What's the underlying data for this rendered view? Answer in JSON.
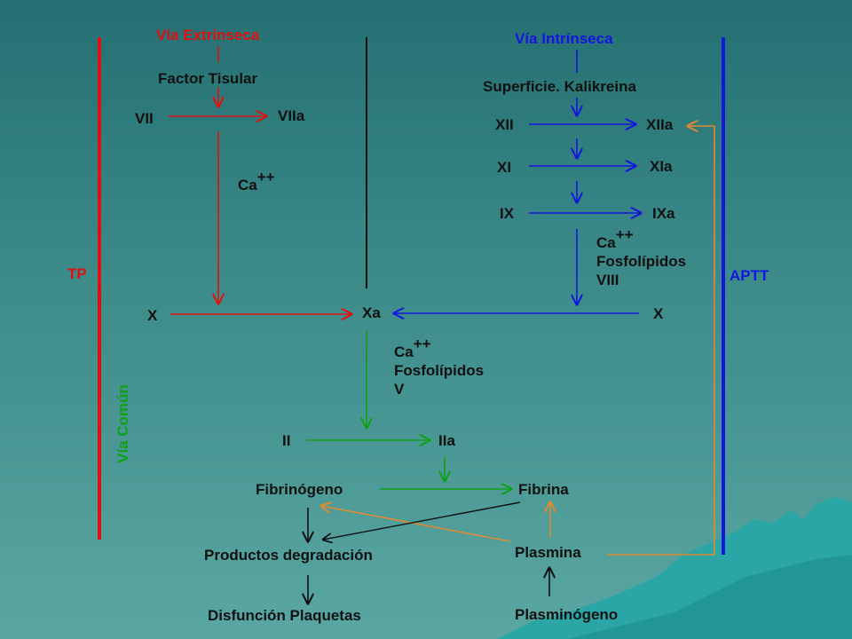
{
  "labels": {
    "extrinsic": "Vía Extrínseca",
    "intrinsic": "Vía Intrínseca",
    "common": "Vía Común",
    "tp": "TP",
    "aptt": "APTT",
    "factor_tisular": "Factor Tisular",
    "superficie": "Superficie. Kalikreina",
    "vii": "VII",
    "viia": "VIIa",
    "xii": "XII",
    "xiia": "XIIa",
    "xi": "XI",
    "xia": "XIa",
    "ix": "IX",
    "ixa": "IXa",
    "ca": "Ca",
    "plus": "++",
    "fosfolipidos": "Fosfolípidos",
    "viii": "VIII",
    "v": "V",
    "x_left": "X",
    "xa": "Xa",
    "x_right": "X",
    "ii": "II",
    "iia": "IIa",
    "fibrinogeno": "Fibrinógeno",
    "fibrina": "Fibrina",
    "productos": "Productos degradación",
    "plasmina": "Plasmina",
    "disfuncion": "Disfunción Plaquetas",
    "plasminogeno": "Plasminógeno"
  },
  "colors": {
    "extrinsic": "#e01010",
    "intrinsic": "#1515e0",
    "common": "#10a018",
    "fibrinolysis": "#e08a30",
    "neutral": "#111111"
  }
}
